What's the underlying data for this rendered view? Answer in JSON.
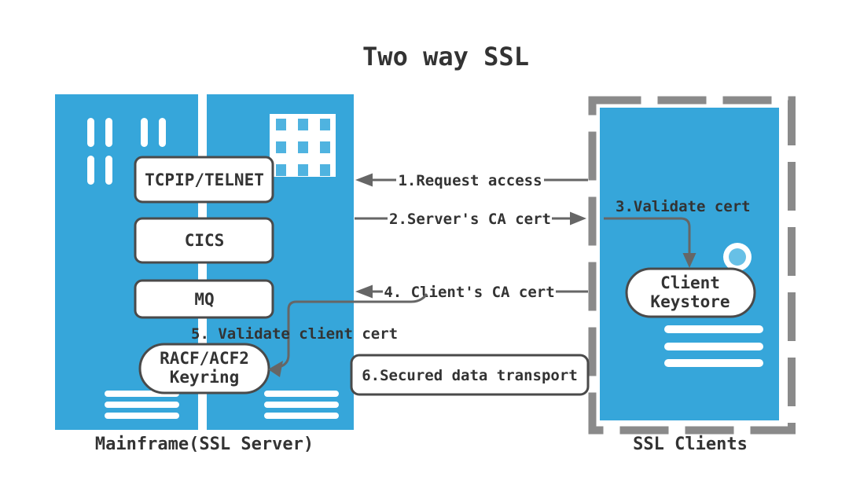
{
  "title": "Two way SSL",
  "colors": {
    "device_blue": "#36a6da",
    "grid_square_blue": "#4fb3e0",
    "donut_inner_blue": "#67c0e6",
    "shape_border_gray": "#4a4a4a",
    "arrow_gray": "#666666",
    "dashed_border_gray": "#8a8a8a",
    "text_dark": "#333333",
    "background": "#ffffff"
  },
  "mainframe": {
    "caption": "Mainframe(SSL Server)",
    "components": [
      {
        "label": "TCPIP/TELNET"
      },
      {
        "label": "CICS"
      },
      {
        "label": "MQ"
      }
    ],
    "keyring": {
      "line1": "RACF/ACF2",
      "line2": "Keyring"
    }
  },
  "clients": {
    "caption": "SSL Clients",
    "keystore": {
      "line1": "Client",
      "line2": "Keystore"
    }
  },
  "flows": {
    "step1": "1.Request access",
    "step2": "2.Server's CA cert",
    "step3": "3.Validate cert",
    "step4": "4. Client's CA cert",
    "step5": "5. Validate client cert",
    "step6": "6.Secured data transport"
  }
}
